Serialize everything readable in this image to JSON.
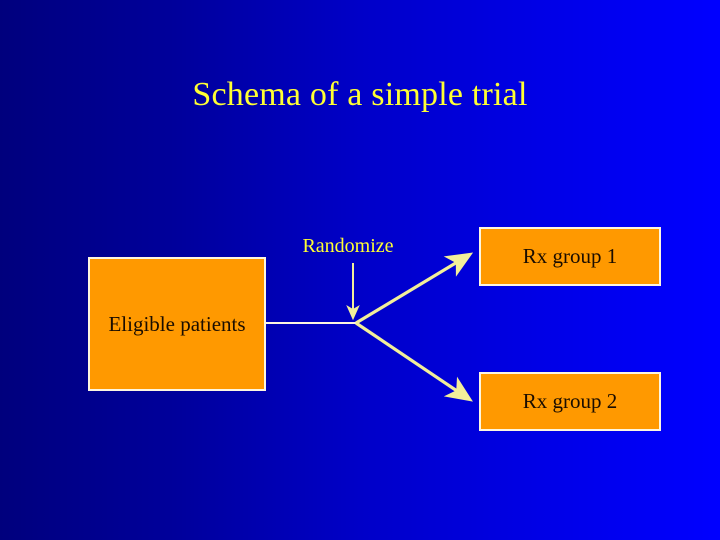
{
  "slide": {
    "title": "Schema of a simple trial",
    "background": {
      "gradient_from": "#00007d",
      "gradient_to": "#0000ff",
      "direction": "left-to-right"
    },
    "title_color": "#ffff33"
  },
  "diagram": {
    "type": "flowchart",
    "box_fill": "#ff9900",
    "box_border": "#fdf6e0",
    "box_text_color": "#1a0d00",
    "arrow_color": "#f2ef9a",
    "connector_color": "#fdf6e0",
    "nodes": [
      {
        "id": "eligible",
        "label": "Eligible patients"
      },
      {
        "id": "rx1",
        "label": "Rx group 1"
      },
      {
        "id": "rx2",
        "label": "Rx group 2"
      }
    ],
    "annotation": {
      "label": "Randomize",
      "color": "#ffff33"
    },
    "edges": [
      {
        "from": "eligible",
        "to": "randomization-point",
        "style": "line"
      },
      {
        "from": "randomization-point",
        "to": "rx1",
        "style": "arrow"
      },
      {
        "from": "randomization-point",
        "to": "rx2",
        "style": "arrow"
      },
      {
        "from": "Randomize",
        "to": "randomization-point",
        "style": "arrow"
      }
    ]
  }
}
